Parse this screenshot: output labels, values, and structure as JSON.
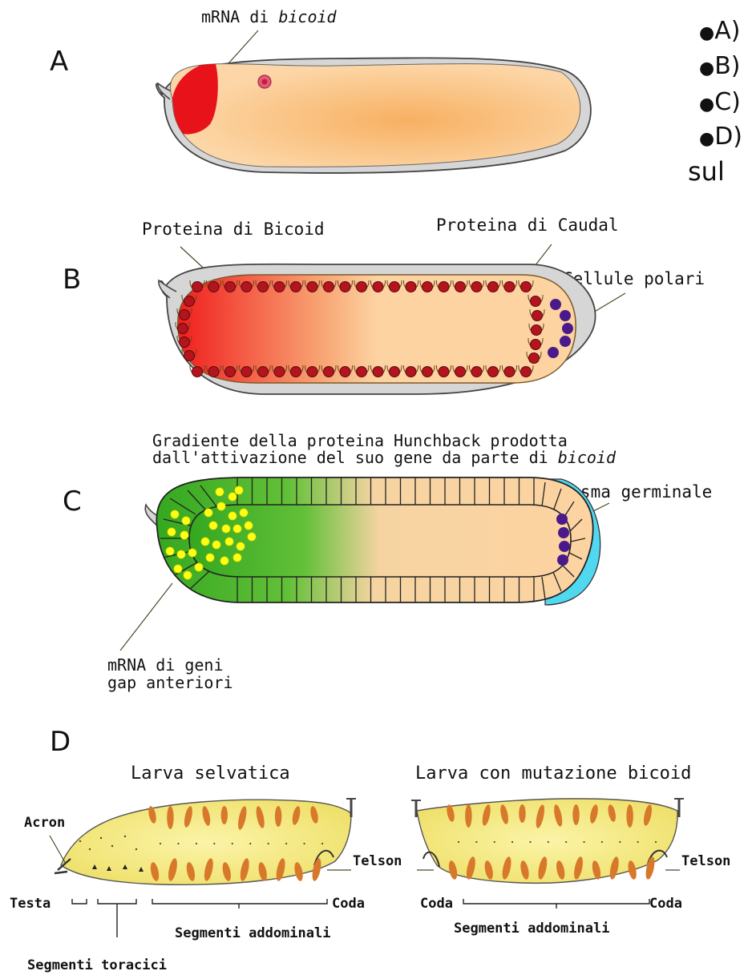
{
  "right_text": {
    "bullets": [
      "A)",
      "B)",
      "C)",
      "D)"
    ],
    "continuation": "sul"
  },
  "panels": {
    "A": {
      "letter": "A",
      "label_mrna_prefix": "mRNA di ",
      "label_mrna_gene": "bicoid"
    },
    "B": {
      "letter": "B",
      "label_bicoid": "Proteina di  Bicoid",
      "label_caudal": "Proteina di  Caudal",
      "label_polar": "Cellule polari"
    },
    "C": {
      "letter": "C",
      "hunchback_line1": "Gradiente della proteina Hunchback prodotta",
      "hunchback_line2_prefix": "dall'attivazione del suo gene da parte di ",
      "hunchback_line2_gene": "bicoid",
      "label_germ": "Plasma germinale",
      "gap_line1": "mRNA di  geni",
      "gap_line2": "gap anteriori"
    },
    "D": {
      "letter": "D",
      "wild_title": "Larva selvatica",
      "mutant_title": "Larva con mutazione bicoid",
      "acron": "Acron",
      "telson_left": "Telson",
      "telson_right": "Telson",
      "testa": "Testa",
      "coda_1": "Coda",
      "coda_2": "Coda",
      "coda_3": "Coda",
      "abdominal_left": "Segmenti addominali",
      "abdominal_right": "Segmenti addominali",
      "thoracic": "Segmenti toracici"
    }
  },
  "colors": {
    "embryo_fill": "#fcd3a1",
    "embryo_center": "#f8b46a",
    "shell": "#d8d8d8",
    "mrna_red": "#e8121a",
    "bicoid_red": "#f02828",
    "nucleus": "#b4141e",
    "pole_cell": "#4a1a8a",
    "hunchback_green": "#3cb428",
    "yellow_dot": "#ffff14",
    "germ_plasm": "#50d8f0",
    "larva_fill": "#f8ec8a",
    "denticle": "#d8782a"
  }
}
